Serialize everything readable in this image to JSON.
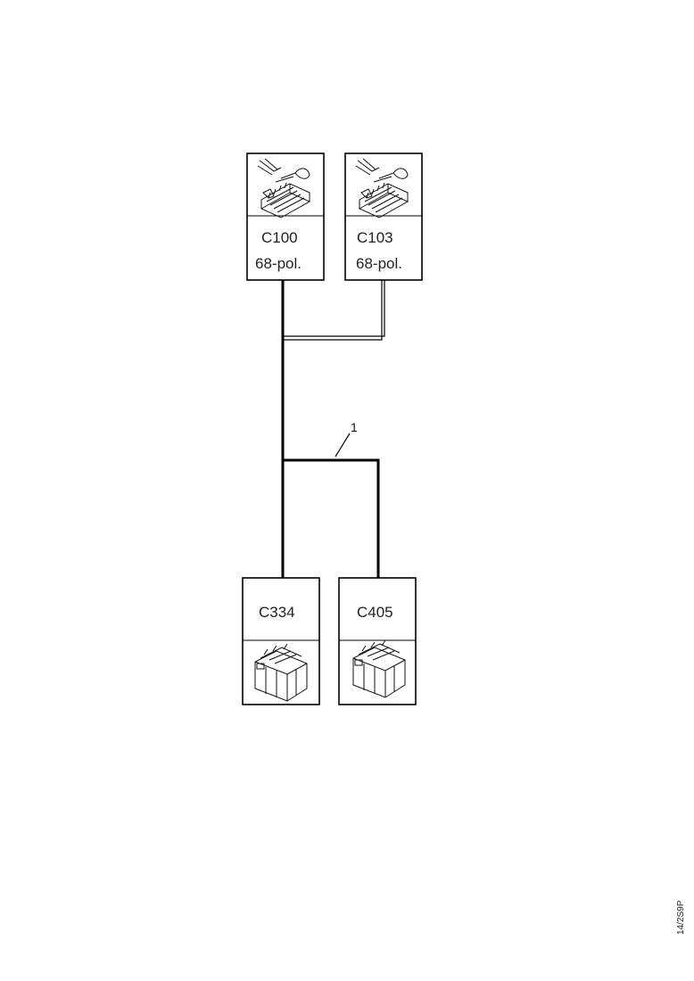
{
  "connectors": [
    {
      "id": "C100",
      "pins": "68-pol.",
      "icon": "harness-connector-icon"
    },
    {
      "id": "C103",
      "pins": "68-pol.",
      "icon": "harness-connector-icon"
    },
    {
      "id": "C334",
      "icon": "module-connector-icon"
    },
    {
      "id": "C405",
      "icon": "module-connector-icon"
    }
  ],
  "callout": {
    "label": "1"
  },
  "drawing_id": "14/2S9P"
}
